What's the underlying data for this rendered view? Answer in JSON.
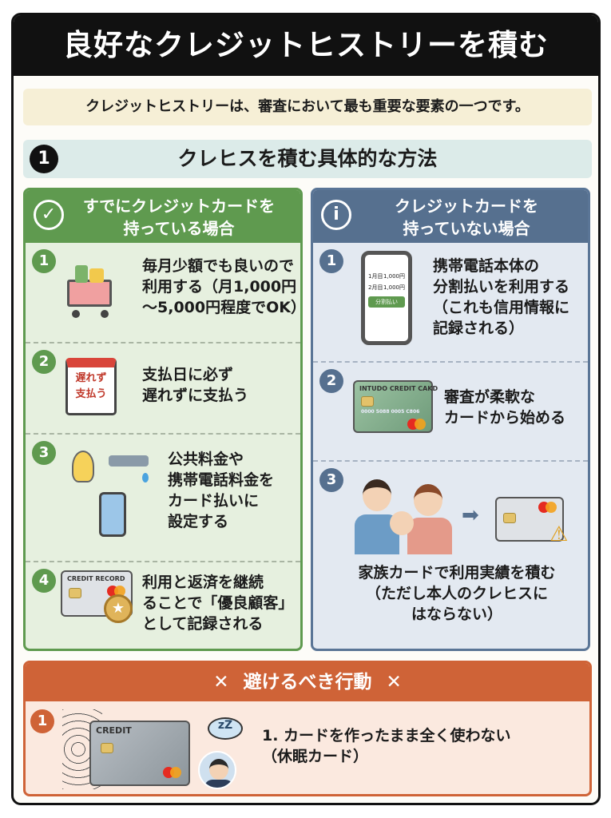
{
  "title": "良好なクレジットヒストリーを積む",
  "subtitle": "クレジットヒストリーは、審査において最も重要な要素の一つです。",
  "section": {
    "number": "1",
    "title": "クレヒスを積む具体的な方法"
  },
  "left": {
    "header": "すでにクレジットカードを\n持っている場合",
    "icon": "check-circle-icon",
    "color": "#5f9a4f",
    "items": [
      {
        "number": "1",
        "text": "毎月少額でも良いので\n利用する（月1,000円\n〜5,000円程度でOK）"
      },
      {
        "number": "2",
        "text": "支払日に必ず\n遅れずに支払う",
        "illustration_text": "遅れず\n支払う"
      },
      {
        "number": "3",
        "text": "公共料金や\n携帯電話料金を\nカード払いに\n設定する"
      },
      {
        "number": "4",
        "text": "利用と返済を継続\nることで「優良顧客」\nとして記録される",
        "card_label": "CREDIT RECORD"
      }
    ]
  },
  "right": {
    "header": "クレジットカードを\n持っていない場合",
    "icon": "info-circle-icon",
    "color": "#56708f",
    "items": [
      {
        "number": "1",
        "text": "携帯電話本体の\n分割払いを利用する\n（これも信用情報に\n記録される）",
        "phone_rows": [
          [
            "1月目",
            "1,000円"
          ],
          [
            "2月目",
            "1,000円"
          ]
        ],
        "phone_button": "分割払い"
      },
      {
        "number": "2",
        "text": "審査が柔軟な\nカードから始める",
        "card_label": "INTUDO CREDIT CAKD",
        "card_number": "0000 5088 0005 C806"
      },
      {
        "number": "3",
        "text": "家族カードで利用実績を積む\n（ただし本人のクレヒスに\nはならない）"
      }
    ]
  },
  "avoid": {
    "header": "避けるべき行動",
    "icon": "x-mark-icon",
    "color": "#cf6337",
    "items": [
      {
        "number": "1",
        "text": "1. カードを作ったまま全く使わない\n（休眠カード）",
        "card_label": "CREDIT",
        "sleep_text": "zZ"
      }
    ]
  }
}
